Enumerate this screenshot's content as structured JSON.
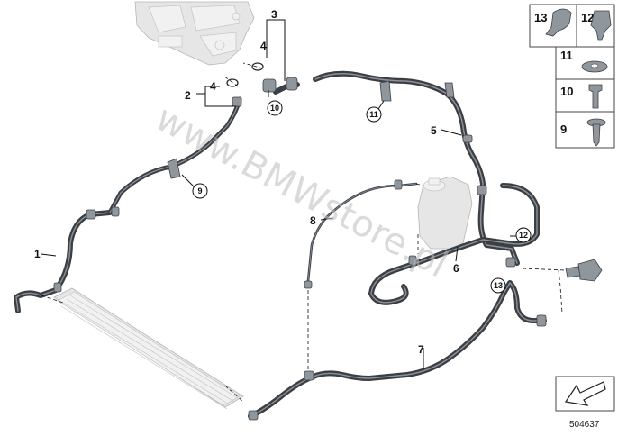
{
  "callouts": {
    "p1": "1",
    "p2": "2",
    "p3": "3",
    "p4a": "4",
    "p4b": "4",
    "p5": "5",
    "p6": "6",
    "p7": "7",
    "p8": "8",
    "c9": "9",
    "c10": "10",
    "c11": "11",
    "c12": "12",
    "c13": "13"
  },
  "legend": {
    "r13": "13",
    "r12": "12",
    "r11": "11",
    "r10": "10",
    "r9": "9"
  },
  "watermark": "www.BMWstore.pl",
  "diagram_number": "504637",
  "colors": {
    "hose": "#3a3f44",
    "component": "#e6e6e6",
    "watermark": "#bdbdbd"
  }
}
